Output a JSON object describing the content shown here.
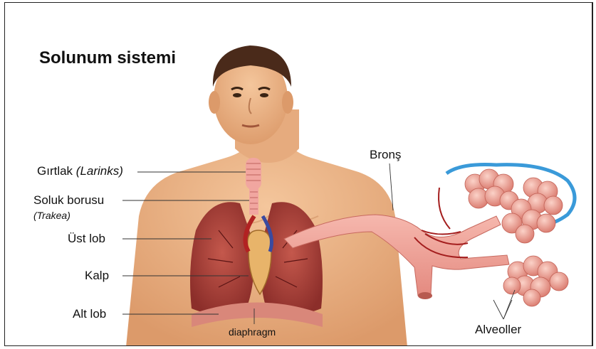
{
  "title": "Solunum sistemi",
  "labels": {
    "larynx_main": "Gırtlak",
    "larynx_latin": "(Larinks)",
    "trachea_main": "Soluk borusu",
    "trachea_latin": "(Trakea)",
    "upper_lobe": "Üst lob",
    "heart": "Kalp",
    "lower_lobe": "Alt lob",
    "diaphragm": "diaphragm",
    "bronchus": "Bronş",
    "alveoli": "Alveoller"
  }
}
